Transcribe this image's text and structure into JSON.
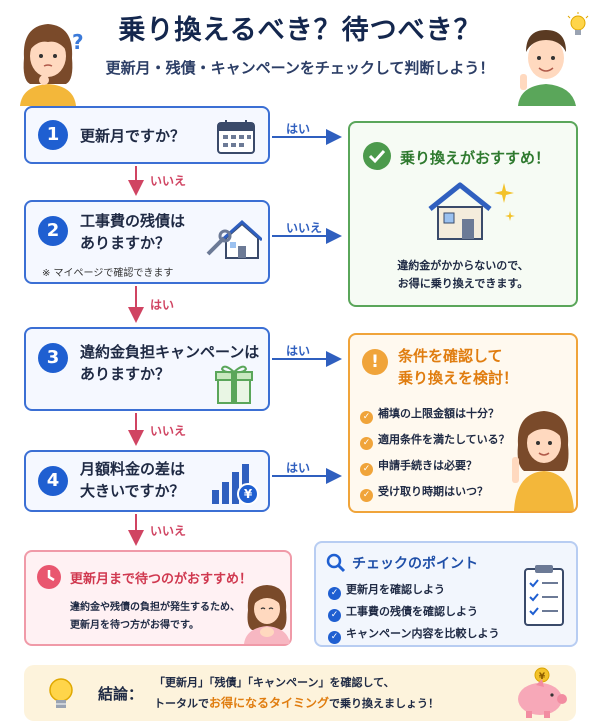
{
  "header": {
    "title": "乗り換えるべき？待つべき？",
    "subtitle": "更新月・残債・キャンペーンをチェックして判断しよう！"
  },
  "steps": [
    {
      "number": "1",
      "text": "更新月ですか？",
      "icon": "calendar-icon"
    },
    {
      "number": "2",
      "text_line1": "工事費の残債は",
      "text_line2": "ありますか？",
      "note": "※ マイページで確認できます",
      "icon": "house-wrench-icon"
    },
    {
      "number": "3",
      "text_line1": "違約金負担キャンペーンは",
      "text_line2": "ありますか？",
      "icon": "gift-icon"
    },
    {
      "number": "4",
      "text_line1": "月額料金の差は",
      "text_line2": "大きいですか？",
      "icon": "bar-chart-yen-icon"
    }
  ],
  "arrows": {
    "step1_right": "はい",
    "step1_down": "いいえ",
    "step2_right": "いいえ",
    "step2_down": "はい",
    "step3_right": "はい",
    "step3_down": "いいえ",
    "step4_right": "はい",
    "step4_down": "いいえ"
  },
  "result_switch": {
    "title": "乗り換えがおすすめ！",
    "body_line1": "違約金がかからないので、",
    "body_line2": "お得に乗り換えできます。",
    "icon": "check-circle-icon"
  },
  "result_check": {
    "title_line1": "条件を確認して",
    "title_line2": "乗り換えを検討！",
    "items": [
      "補填の上限金額は十分？",
      "適用条件を満たしている？",
      "申請手続きは必要？",
      "受け取り時期はいつ？"
    ],
    "icon": "exclamation-icon"
  },
  "result_wait": {
    "title": "更新月まで待つのがおすすめ！",
    "body_line1": "違約金や残債の負担が発生するため、",
    "body_line2": "更新月を待つ方がお得です。",
    "icon": "clock-icon"
  },
  "checkpoints": {
    "title": "チェックのポイント",
    "items": [
      "更新月を確認しよう",
      "工事費の残債を確認しよう",
      "キャンペーン内容を比較しよう"
    ]
  },
  "conclusion": {
    "label": "結論：",
    "line1": "「更新月」「残債」「キャンペーン」を確認して、",
    "line2_a": "トータルで",
    "line2_highlight": "お得になるタイミング",
    "line2_b": "で乗り換えましょう！"
  },
  "colors": {
    "primary_blue": "#1f5fd1",
    "green": "#5aa65a",
    "orange": "#f0a43a",
    "pink": "#e9566f"
  }
}
